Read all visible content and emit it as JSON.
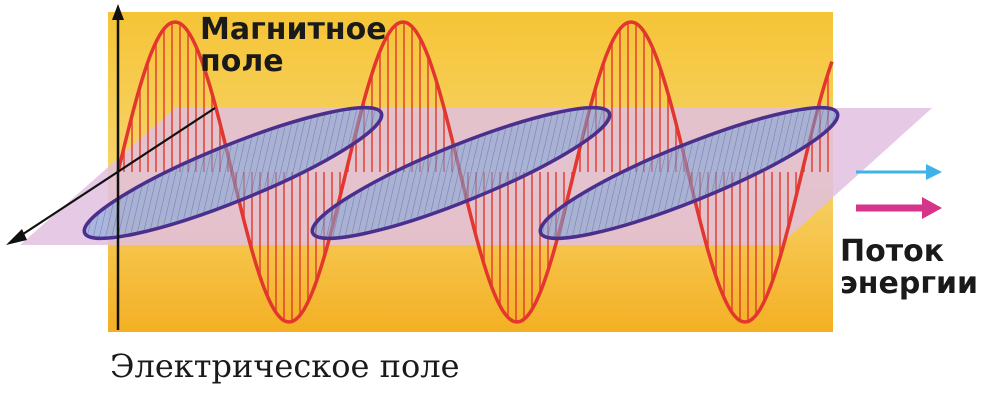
{
  "labels": {
    "magnetic_line1": "Магнитное",
    "magnetic_line2": "поле",
    "energy_line1": "Поток",
    "energy_line2": "энергии",
    "electric": "Электрическое поле"
  },
  "colors": {
    "background_top": "#f6c331",
    "background_bottom": "#f7b62a",
    "magnetic_plane": "#dcbfd8",
    "electric_wave": "#e3362e",
    "magnetic_wave_outline": "#4a2f8c",
    "magnetic_wave_fill": "#7aa6d8",
    "arrow_cyan": "#3fb3e8",
    "arrow_magenta": "#d6338a",
    "axis": "#111111"
  }
}
